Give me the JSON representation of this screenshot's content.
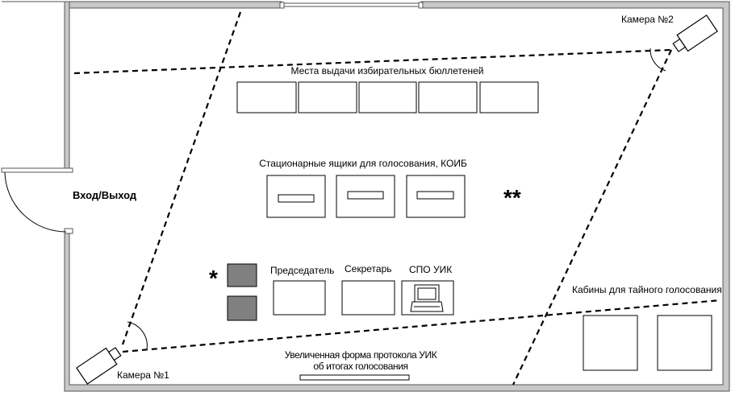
{
  "labels": {
    "ballot_places": "Места выдачи избирательных бюллетеней",
    "ballot_boxes": "Стационарные ящики для голосования, КОИБ",
    "entrance": "Вход/Выход",
    "chairman": "Председатель",
    "secretary": "Секретарь",
    "spo_uik": "СПО УИК",
    "booths": "Кабины для тайного голосования",
    "protocol_line1": "Увеличенная форма протокола УИК",
    "protocol_line2": "об итогах голосования",
    "camera1": "Камера №1",
    "camera2": "Камера №2",
    "marker_single": "*",
    "marker_double": "**"
  },
  "colors": {
    "wall_fill": "#c8c8c8",
    "wall_stroke": "#555555",
    "shaded_table": "#808080",
    "line": "#000000"
  },
  "icons": {
    "camera": "security-camera-icon",
    "door": "door-swing-icon",
    "computer": "computer-icon"
  }
}
